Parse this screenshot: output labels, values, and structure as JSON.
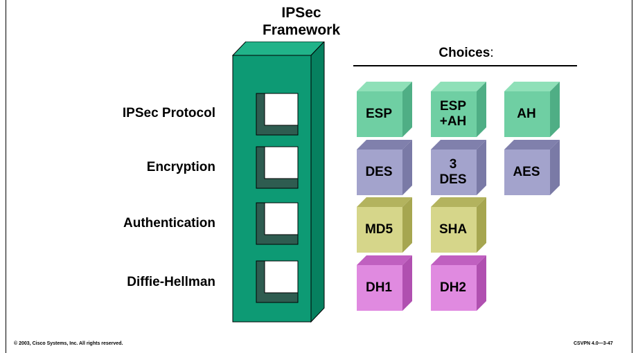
{
  "framework": {
    "title_line1": "IPSec",
    "title_line2": "Framework",
    "color": "#0d9a74"
  },
  "choices_heading": {
    "bold": "Choices",
    "suffix": ":"
  },
  "rows": [
    {
      "label": "IPSec Protocol"
    },
    {
      "label": "Encryption"
    },
    {
      "label": "Authentication"
    },
    {
      "label": "Diffie-Hellman"
    }
  ],
  "choices": [
    {
      "row": 0,
      "line1": "ESP",
      "line2": "",
      "front": "#6fcfa3",
      "top": "#8fe0b8",
      "side": "#4fae85"
    },
    {
      "row": 0,
      "line1": "ESP",
      "line2": "+AH",
      "front": "#6fcfa3",
      "top": "#8fe0b8",
      "side": "#4fae85"
    },
    {
      "row": 0,
      "line1": "AH",
      "line2": "",
      "front": "#6fcfa3",
      "top": "#8fe0b8",
      "side": "#4fae85"
    },
    {
      "row": 1,
      "line1": "DES",
      "line2": "",
      "front": "#a3a3cc",
      "top": "#8080ac",
      "side": "#7a7aa6"
    },
    {
      "row": 1,
      "line1": "3",
      "line2": "DES",
      "front": "#a3a3cc",
      "top": "#8080ac",
      "side": "#7a7aa6"
    },
    {
      "row": 1,
      "line1": "AES",
      "line2": "",
      "front": "#a3a3cc",
      "top": "#8080ac",
      "side": "#7a7aa6"
    },
    {
      "row": 2,
      "line1": "MD5",
      "line2": "",
      "front": "#d6d68a",
      "top": "#b3b35e",
      "side": "#a6a650"
    },
    {
      "row": 2,
      "line1": "SHA",
      "line2": "",
      "front": "#d6d68a",
      "top": "#b3b35e",
      "side": "#a6a650"
    },
    {
      "row": 3,
      "line1": "DH1",
      "line2": "",
      "front": "#e08ae0",
      "top": "#c060c0",
      "side": "#b050b0"
    },
    {
      "row": 3,
      "line1": "DH2",
      "line2": "",
      "front": "#e08ae0",
      "top": "#c060c0",
      "side": "#b050b0"
    }
  ],
  "footer": {
    "copyright": "© 2003, Cisco Systems, Inc. All rights reserved.",
    "course_code": "CSVPN 4.0—3-47"
  }
}
